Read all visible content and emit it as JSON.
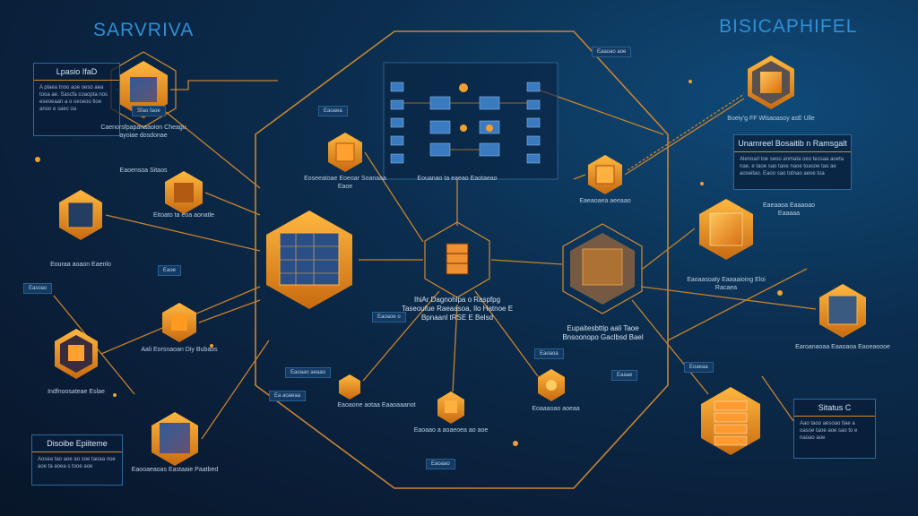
{
  "titles": {
    "left": "SARVRIVA",
    "right": "BISICAPHIFEL"
  },
  "boxes": {
    "left_top": {
      "title": "Lpasio IfaD",
      "body": "A plaea tnoo aoe oeso aea tooa ae. Sascfa coaopta nos eseoeaan a o oeseoo tioe anoo e saec oa"
    },
    "right_top": {
      "title": "Unamreel Bosaitib n Ramsgalt",
      "body": "Alenoarl toe seoo anmata oeo tessaa aoeta nae, e taoe sao taoe naoe toasoe tao ae aoseitao. Eaoo sao totnao aeoe toa"
    },
    "right_bottom": {
      "title": "Sitatus C",
      "body": "Aao taoo aesoao tiae a oasoe taoe aoe sao to e naoao aoe"
    },
    "left_bottom": {
      "title": "Disoibe Epiiteme",
      "body": "Aosea tao aoe ao soe taoaa noe aoe ta aoea s tooe aoe"
    }
  },
  "labels": [
    "Caenorsfpapanaaoion Cheagu ayoiae dosdonae",
    "Eitoato ta eoa aonatle",
    "Eouraa aoaon Eaenlo",
    "Eaoensoa Sitaos",
    "Aali Eorsnaoan Diy Bubaos",
    "Indfnoosateae Eslae",
    "Eaooaeaoas Eastaaie Paatbed",
    "Eoseeatoae Eoeoar Soanaaa Eaoe",
    "Eouanao ta eaeao Eaotaeao",
    "Eaeaoaea aeeaao",
    "Eaoaone aotaa Eaaoaaanot",
    "Eaoaao a aoaeoea ao aoe",
    "Eoaaaoao aoeaa",
    "Boeiy'g FF Wlsaoasoy asE Ulle",
    "Eaeaaoa Eaaaoao Eaaaaa",
    "Eaoaasoaty Eaaaaioing Eloi Racaea",
    "Earoanaoaa Eaaoaoa Eaoeaoooe"
  ],
  "center_label": "IhiAr Dagnohlpa o Raspfpg Taseoufue Raeaasoa, Ilo Hatnoe E Bpnaanl tRSE E Belsd",
  "right_center_label": "Eupaitesbttip aali Taoe Bnsoonopo Gaclbsd Bael",
  "tags": [
    "Sfao faoe",
    "Easoao",
    "Eaoaoe o",
    "Eaoe",
    "Eaoaao aeaao",
    "Eaoaoa",
    "Eaoaao",
    "Eaaae",
    "Eoaeaa",
    "Eaoaea",
    "Eaaoao aoe",
    "Ea aoaeaa"
  ],
  "colors": {
    "accent": "#f0a030",
    "title": "#2f8fd6",
    "line": "#d08a30"
  }
}
